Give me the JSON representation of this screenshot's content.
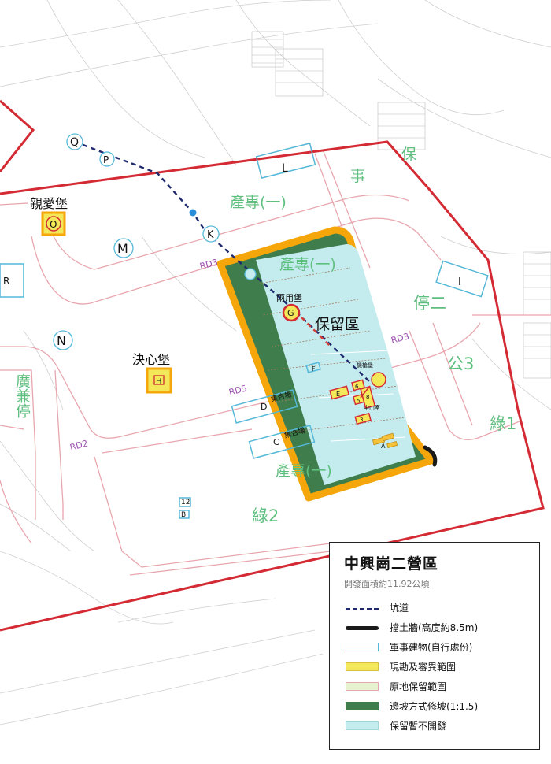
{
  "map": {
    "zones": {
      "chanzhuan_top": "產專(一)",
      "chanzhuan_mid": "產專(一)",
      "chanzhuan_bottom": "產專(一)",
      "shi": "事",
      "bao": "保",
      "ting_er": "停二",
      "gong3": "公3",
      "lu1": "綠1",
      "lu2": "綠2",
      "guang_jian_ting": "廣兼停"
    },
    "roads": {
      "rd2": "RD2",
      "rd3_left": "RD3",
      "rd3_right": "RD3",
      "rd5": "RD5"
    },
    "retained_area_label": "保留區",
    "forts": {
      "qin_ai": "親愛堡",
      "jue_xin": "決心堡",
      "liang_yong": "兩用堡",
      "ji_qiang": "機槍堡",
      "zhongshan": "中山室"
    },
    "halls": {
      "upper": "集合場",
      "lower": "集合場"
    },
    "markers": {
      "Q": "Q",
      "P": "P",
      "M": "M",
      "K": "K",
      "N": "N",
      "O": "O",
      "H": "H",
      "G": "G",
      "L": "L",
      "I": "I",
      "R": "R",
      "D": "D",
      "C": "C",
      "B": "B",
      "B_num": "12",
      "A": "A",
      "E": "E",
      "F": "F",
      "num6": "6",
      "num5": "5",
      "num8": "8",
      "num3": "3"
    }
  },
  "legend": {
    "title": "中興崗二營區",
    "subtitle": "開發面積約11.92公頃",
    "items": [
      {
        "id": "tunnel",
        "label": "坑道",
        "color": "#1f2a6e"
      },
      {
        "id": "wall",
        "label": "擋土牆(高度約8.5m)",
        "color": "#1a1a1a"
      },
      {
        "id": "military",
        "label": "軍事建物(自行處份)",
        "color": "#55b8d8"
      },
      {
        "id": "survey",
        "label": "現勘及審異範圍",
        "color": "#f2e85a"
      },
      {
        "id": "preserve",
        "label": "原地保留範圍",
        "color": "#e7f2cf"
      },
      {
        "id": "slope",
        "label": "邊坡方式修坡(1:1.5)",
        "color": "#3f7d4c"
      },
      {
        "id": "reserved",
        "label": "保留暫不開發",
        "color": "#c4ecef"
      }
    ]
  },
  "colors": {
    "boundary": "#d42a34",
    "road": "#e8a6ae",
    "orange": "#f5a60a",
    "slope": "#3f7d4c",
    "reserved": "#c4ecef",
    "building": "#55b8d8",
    "zone_text": "#5fbf7f",
    "road_text": "#9b4fb0"
  }
}
